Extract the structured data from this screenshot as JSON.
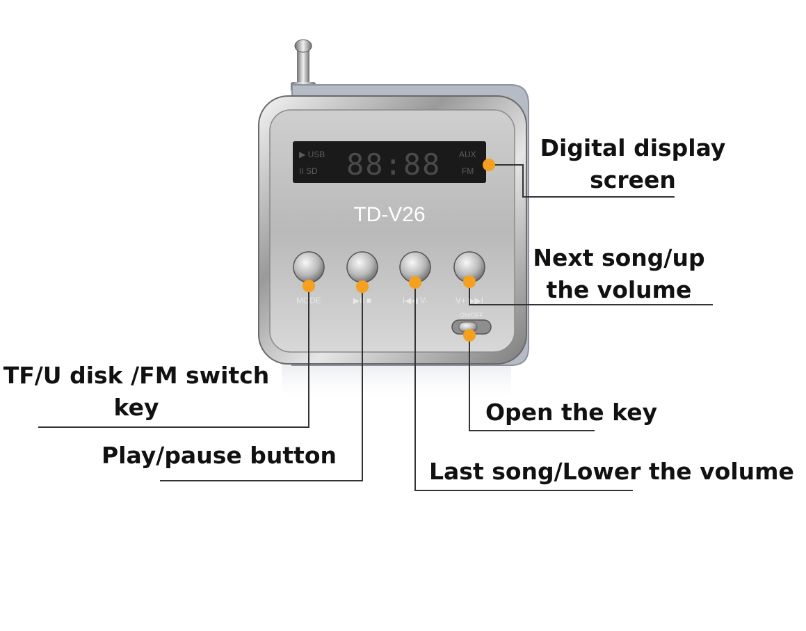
{
  "device": {
    "model": "TD-V26",
    "display": {
      "left_indicators": [
        "▶ USB",
        "II SD"
      ],
      "digits": "88:88",
      "right_indicators": [
        "AUX",
        "FM"
      ]
    },
    "buttons": [
      {
        "label": "MODE"
      },
      {
        "label": "▶II ■"
      },
      {
        "label": "I◀◀ V-"
      },
      {
        "label": "V+ ▶▶I"
      }
    ],
    "switch_label": "ON/OFF"
  },
  "callouts": {
    "display_screen": [
      "Digital display",
      "screen"
    ],
    "next_song": [
      "Next song/up",
      "the volume"
    ],
    "mode_switch": [
      "TF/U disk /FM switch",
      "key"
    ],
    "play_pause": "Play/pause button",
    "open_key": "Open the key",
    "last_song": "Last song/Lower the volume"
  },
  "colors": {
    "marker": "#f5a01e",
    "leader_line": "#333333",
    "label_text": "#111111",
    "display_bg": "#1a1a1a",
    "body_silver": "#c9c9c9"
  }
}
